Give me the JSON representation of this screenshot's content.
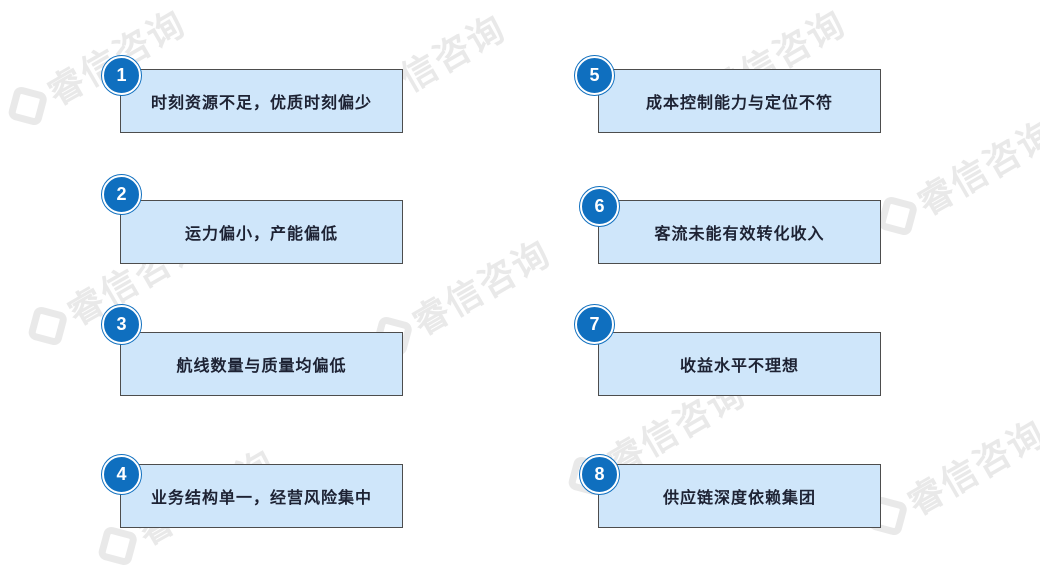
{
  "watermark_text": "睿信咨询",
  "items": [
    {
      "number": "1",
      "label": "时刻资源不足，优质时刻偏少"
    },
    {
      "number": "2",
      "label": "运力偏小，产能偏低"
    },
    {
      "number": "3",
      "label": "航线数量与质量均偏低"
    },
    {
      "number": "4",
      "label": "业务结构单一，经营风险集中"
    },
    {
      "number": "5",
      "label": "成本控制能力与定位不符"
    },
    {
      "number": "6",
      "label": "客流未能有效转化收入"
    },
    {
      "number": "7",
      "label": "收益水平不理想"
    },
    {
      "number": "8",
      "label": "供应链深度依赖集团"
    }
  ],
  "colors": {
    "card_fill": "#cfe6fa",
    "badge": "#0f6fbf",
    "border": "#4d4d4d"
  }
}
